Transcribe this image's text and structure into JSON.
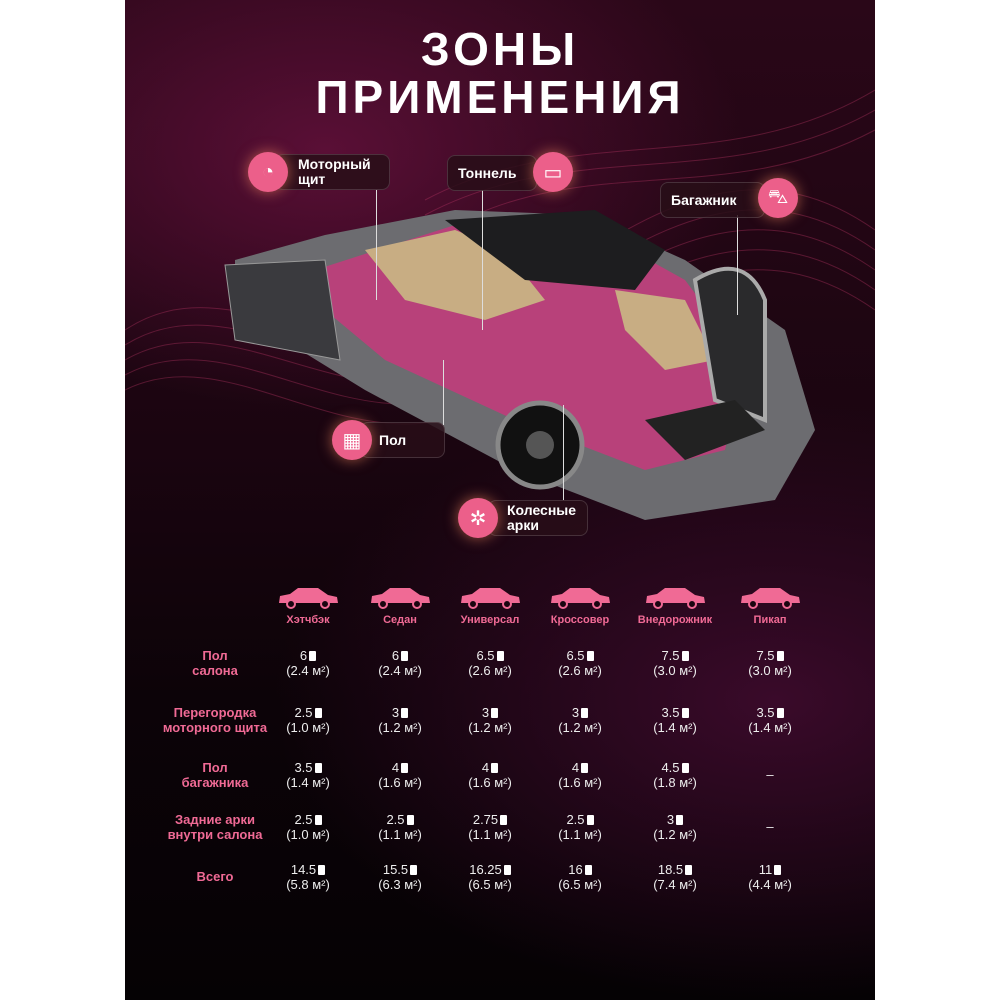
{
  "title": [
    "ЗОНЫ",
    "ПРИМЕНЕНИЯ"
  ],
  "callouts": {
    "engine": {
      "label_1": "Моторный",
      "label_2": "щит",
      "icon": "gauge-icon"
    },
    "tunnel": {
      "label": "Тоннель",
      "icon": "tunnel-icon"
    },
    "trunk": {
      "label": "Багажник",
      "icon": "car-trunk-icon"
    },
    "floor": {
      "label": "Пол",
      "icon": "floor-tiles-icon"
    },
    "arches": {
      "label_1": "Колесные",
      "label_2": "арки",
      "icon": "wheel-icon"
    }
  },
  "colors": {
    "accent": "#ec5f8a",
    "label": "#f06a95"
  },
  "table": {
    "unit_icon": "roll-icon",
    "columns": [
      "Хэтчбэк",
      "Седан",
      "Универсал",
      "Кроссовер",
      "Внедорожник",
      "Пикап"
    ],
    "rows": [
      {
        "label_1": "Пол",
        "label_2": "салона",
        "cells": [
          [
            "6",
            "(2.4 м²)"
          ],
          [
            "6",
            "(2.4 м²)"
          ],
          [
            "6.5",
            "(2.6 м²)"
          ],
          [
            "6.5",
            "(2.6 м²)"
          ],
          [
            "7.5",
            "(3.0 м²)"
          ],
          [
            "7.5",
            "(3.0 м²)"
          ]
        ]
      },
      {
        "label_1": "Перегородка",
        "label_2": "моторного щита",
        "cells": [
          [
            "2.5",
            "(1.0 м²)"
          ],
          [
            "3",
            "(1.2 м²)"
          ],
          [
            "3",
            "(1.2 м²)"
          ],
          [
            "3",
            "(1.2 м²)"
          ],
          [
            "3.5",
            "(1.4 м²)"
          ],
          [
            "3.5",
            "(1.4 м²)"
          ]
        ]
      },
      {
        "label_1": "Пол",
        "label_2": "багажника",
        "cells": [
          [
            "3.5",
            "(1.4 м²)"
          ],
          [
            "4",
            "(1.6 м²)"
          ],
          [
            "4",
            "(1.6 м²)"
          ],
          [
            "4",
            "(1.6 м²)"
          ],
          [
            "4.5",
            "(1.8 м²)"
          ],
          [
            "–",
            ""
          ]
        ]
      },
      {
        "label_1": "Задние арки",
        "label_2": "внутри салона",
        "cells": [
          [
            "2.5",
            "(1.0 м²)"
          ],
          [
            "2.5",
            "(1.1 м²)"
          ],
          [
            "2.75",
            "(1.1 м²)"
          ],
          [
            "2.5",
            "(1.1 м²)"
          ],
          [
            "3",
            "(1.2 м²)"
          ],
          [
            "–",
            ""
          ]
        ]
      },
      {
        "label_1": "Всего",
        "label_2": "",
        "cells": [
          [
            "14.5",
            "(5.8 м²)"
          ],
          [
            "15.5",
            "(6.3 м²)"
          ],
          [
            "16.25",
            "(6.5 м²)"
          ],
          [
            "16",
            "(6.5 м²)"
          ],
          [
            "18.5",
            "(7.4 м²)"
          ],
          [
            "11",
            "(4.4 м²)"
          ]
        ]
      }
    ]
  }
}
